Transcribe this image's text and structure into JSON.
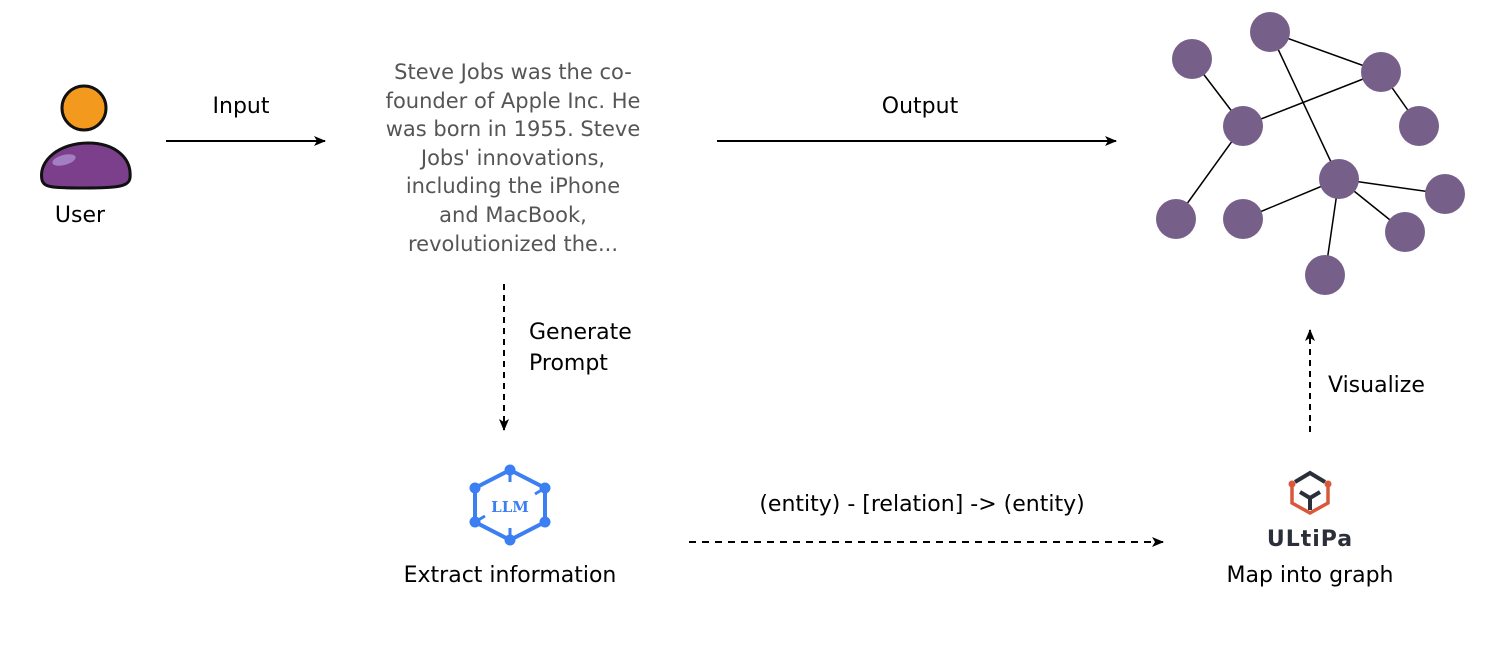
{
  "user": {
    "label": "User",
    "icon": "user-icon"
  },
  "arrows": {
    "input": "Input",
    "output": "Output",
    "generate_prompt": [
      "Generate",
      "Prompt"
    ],
    "triple": "(entity) - [relation] -> (entity)",
    "visualize": "Visualize"
  },
  "input_text": [
    "Steve Jobs was the co-",
    "founder of Apple Inc. He",
    "was born in 1955. Steve",
    "Jobs' innovations,",
    "including the iPhone",
    "and MacBook,",
    "revolutionized the..."
  ],
  "llm": {
    "icon_text": "LLM",
    "label": "Extract information",
    "color": "#3b7ff2"
  },
  "ultipa": {
    "logo_text": "ULtiPa",
    "label": "Map into graph",
    "accent": "#d9583a",
    "dark": "#2b2f3a"
  },
  "graph": {
    "node_color": "#76608a",
    "node_count": 11,
    "edge_count": 10
  }
}
